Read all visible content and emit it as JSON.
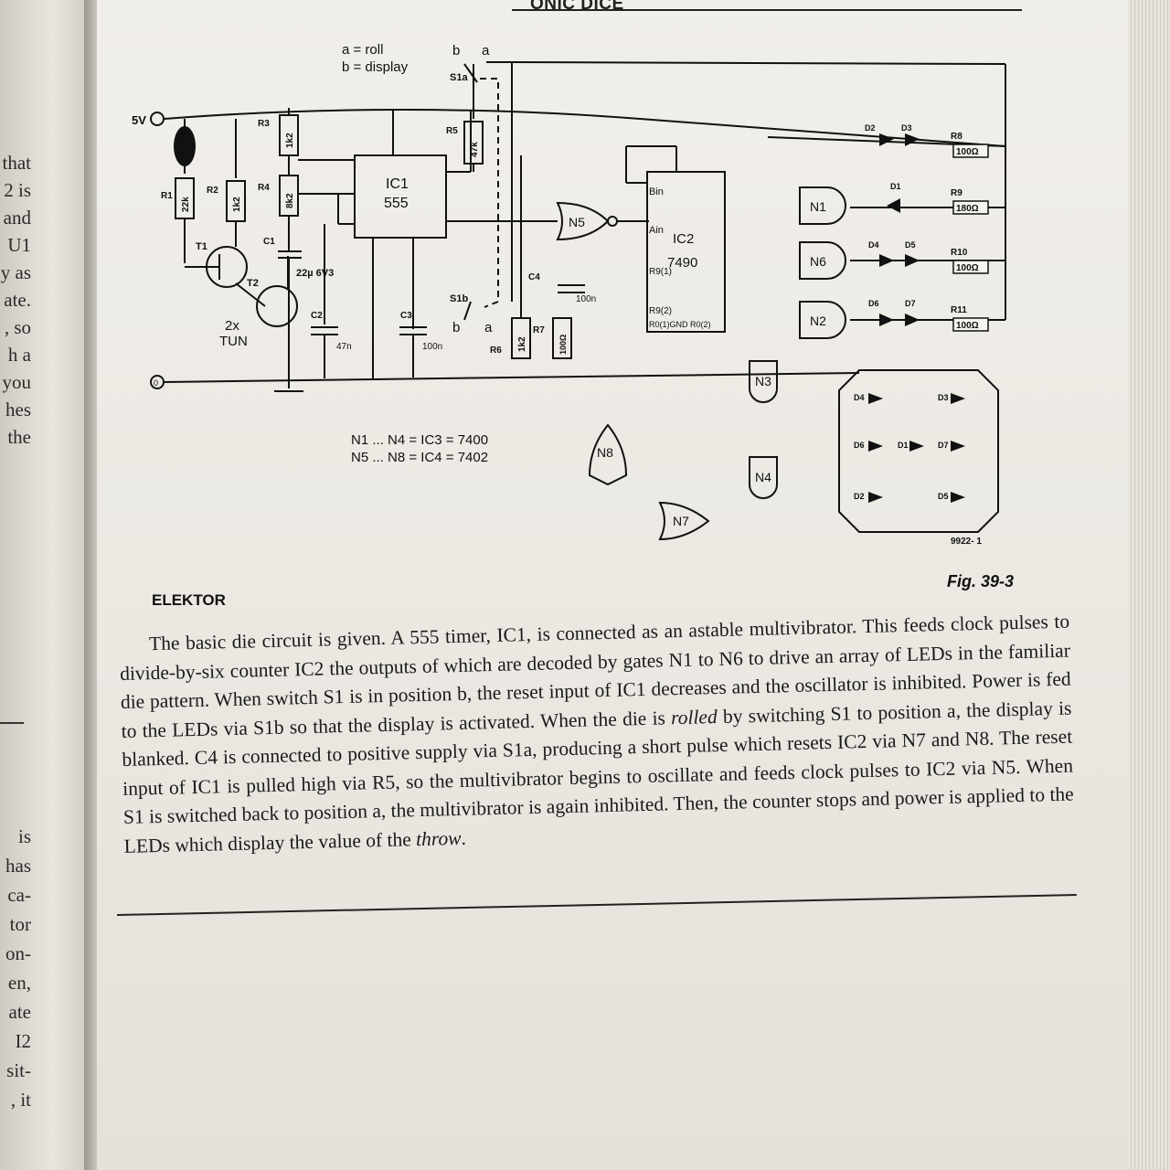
{
  "header": {
    "title": "ONIC DICE"
  },
  "left_margin": {
    "fragments_top": [
      "that",
      "2 is",
      "and",
      "U1",
      "y as",
      "ate.",
      ", so",
      "h a",
      "you",
      "hes",
      "the"
    ],
    "fragments_bottom": [
      "is",
      "has",
      "ca-",
      "tor",
      "on-",
      "en,",
      "ate",
      "I2",
      "sit-",
      ", it"
    ]
  },
  "schematic": {
    "switch_legend": [
      "a = roll",
      "b = display"
    ],
    "switch_labels": {
      "s1a": "S1a",
      "s1b": "S1b",
      "a": "a",
      "b": "b"
    },
    "supply_label": "5V",
    "ground_label": "0",
    "resistors": [
      {
        "ref": "R1",
        "value": "22k"
      },
      {
        "ref": "R2",
        "value": "1k2"
      },
      {
        "ref": "R3",
        "value": "1k2"
      },
      {
        "ref": "R4",
        "value": "8k2"
      },
      {
        "ref": "R5",
        "value": "47k"
      },
      {
        "ref": "R6",
        "value": "1k2"
      },
      {
        "ref": "R7",
        "value": "100Ω"
      },
      {
        "ref": "R8",
        "value": "100Ω"
      },
      {
        "ref": "R9",
        "value": "180Ω"
      },
      {
        "ref": "R10",
        "value": "100Ω"
      },
      {
        "ref": "R11",
        "value": "100Ω"
      }
    ],
    "capacitors": [
      {
        "ref": "C1",
        "value": "22µ 6V3"
      },
      {
        "ref": "C2",
        "value": "47n"
      },
      {
        "ref": "C3",
        "value": "100n"
      },
      {
        "ref": "C4",
        "value": "100n"
      }
    ],
    "transistors": {
      "t1": "T1",
      "t2": "T2",
      "note_line1": "2x",
      "note_line2": "TUN"
    },
    "ic1": {
      "name": "IC1",
      "part": "555"
    },
    "ic2": {
      "name": "IC2",
      "part": "7490",
      "bin": "Bin",
      "ain": "Ain",
      "r91": "R9(1)",
      "r92": "R9(2)",
      "r0": "R0(1)GND R0(2)"
    },
    "gates": [
      "N1",
      "N2",
      "N3",
      "N4",
      "N5",
      "N6",
      "N7",
      "N8"
    ],
    "diodes": [
      "D1",
      "D2",
      "D3",
      "D4",
      "D5",
      "D6",
      "D7"
    ],
    "gate_notes": [
      "N1 ... N4 = IC3 = 7400",
      "N5 ... N8 = IC4 = 7402"
    ],
    "figure_code": "9922- 1"
  },
  "caption": {
    "publisher": "ELEKTOR",
    "figure": "Fig. 39-3"
  },
  "body": {
    "p1": "The basic die circuit is given. A 555 timer, IC1, is connected as an astable multivibrator. This feeds clock pulses to divide-by-six counter IC2 the outputs of which are decoded by gates N1 to N6 to drive an array of LEDs in the familiar die pattern. When switch S1 is in position b, the reset input of IC1 decreases and the oscillator is inhibited. Power is fed to the LEDs via S1b so that the display is activated. When the die is ",
    "p1_em": "rolled",
    "p2": " by switching S1 to position a, the display is blanked. C4 is connected to positive supply via S1a, producing a short pulse which resets IC2 via N7 and N8. The reset input of IC1 is pulled high via R5, so the multivibrator begins to oscillate and feeds clock pulses to IC2 via N5. When S1 is switched back to position a, the multivibrator is again inhibited. Then, the counter stops and power is applied to the LEDs which display the value of the ",
    "p2_em": "throw",
    "p2_end": "."
  }
}
